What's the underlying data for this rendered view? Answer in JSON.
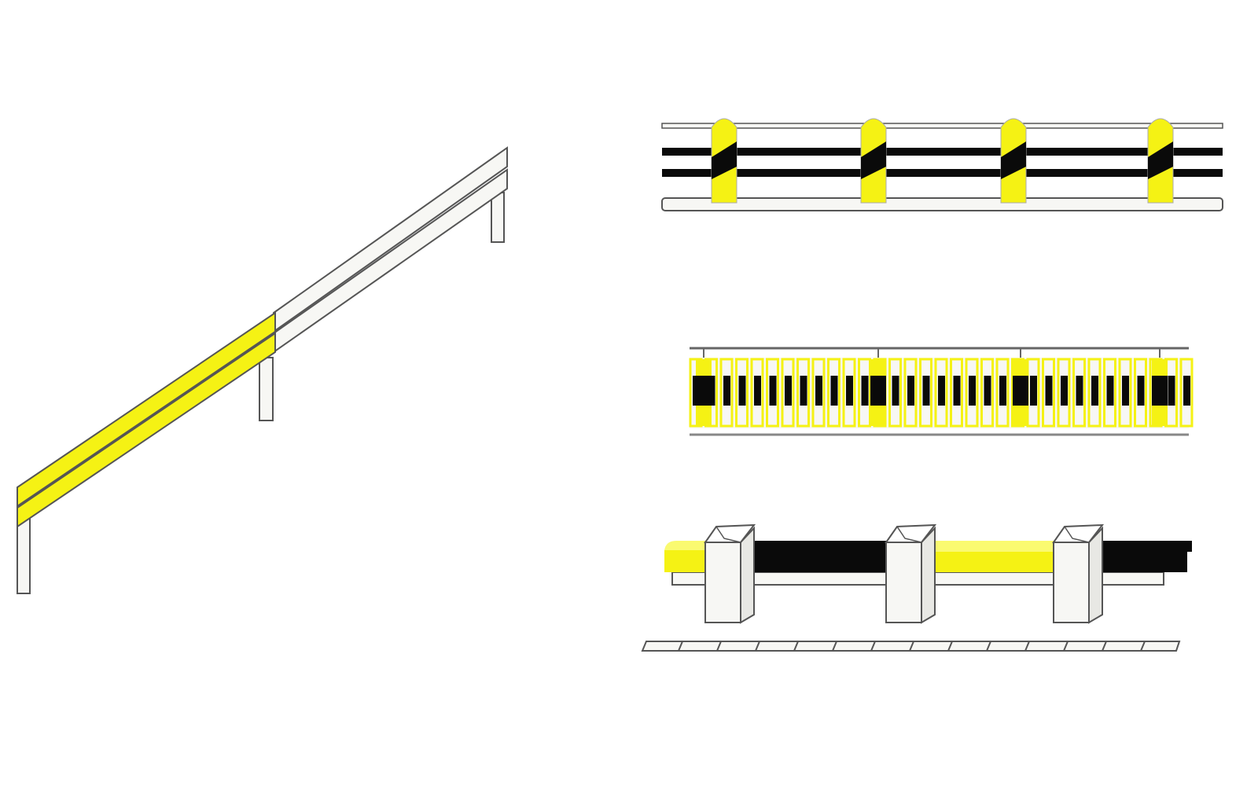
{
  "colors": {
    "yellow": "#f5f214",
    "black": "#0a0a0a",
    "white": "#f7f7f4",
    "outline": "#555555"
  },
  "figures": [
    {
      "name": "perspective-guardrail"
    },
    {
      "name": "elevation-rail-with-yellow-posts"
    },
    {
      "name": "striped-barrier-plan"
    },
    {
      "name": "box-beam-guardrail-with-posts"
    }
  ]
}
